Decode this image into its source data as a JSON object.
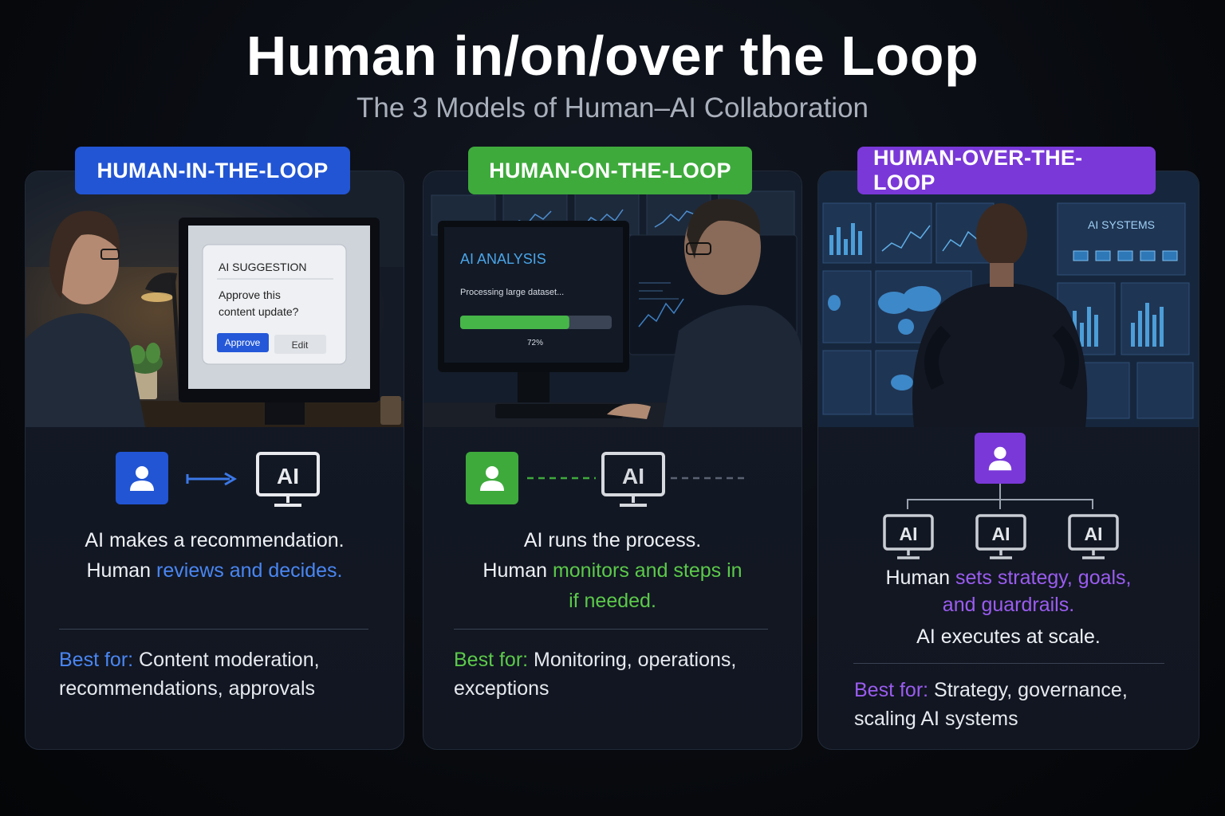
{
  "header": {
    "title": "Human in/on/over the Loop",
    "subtitle": "The 3 Models of Human–AI Collaboration"
  },
  "colors": {
    "in_loop": "#2255d4",
    "on_loop": "#3eaa3c",
    "over_loop": "#7a38d8",
    "background": "#07090d"
  },
  "cards": [
    {
      "badge": "HUMAN-IN-THE-LOOP",
      "scene": {
        "dialog_title": "AI SUGGESTION",
        "dialog_text_1": "Approve this",
        "dialog_text_2": "content update?",
        "approve_button": "Approve",
        "edit_button": "Edit"
      },
      "diagram": {
        "ai_label": "AI",
        "icons": [
          "person-icon",
          "arrow-right-icon",
          "ai-monitor-icon"
        ]
      },
      "line1": "AI makes a recommendation.",
      "line2_prefix": "Human ",
      "line2_highlight": "reviews and decides.",
      "best_for_label": "Best for:",
      "best_for_text_1": " Content moderation,",
      "best_for_text_2": "recommendations, approvals"
    },
    {
      "badge": "HUMAN-ON-THE-LOOP",
      "scene": {
        "screen_title": "AI ANALYSIS",
        "screen_text": "Processing large dataset...",
        "progress_label": "72%",
        "progress": 0.72
      },
      "diagram": {
        "ai_label": "AI",
        "icons": [
          "person-icon",
          "dashed-line",
          "ai-monitor-icon"
        ]
      },
      "line1": "AI runs the process.",
      "line2_prefix": "Human ",
      "line2_highlight": "monitors and steps in",
      "line3_highlight": "if needed.",
      "best_for_label": "Best for:",
      "best_for_text_1": " Monitoring, operations,",
      "best_for_text_2": "exceptions"
    },
    {
      "badge": "HUMAN-OVER-THE-LOOP",
      "scene": {
        "wall_label": "AI SYSTEMS"
      },
      "diagram": {
        "ai_labels": [
          "AI",
          "AI",
          "AI"
        ],
        "icons": [
          "person-icon",
          "tree-connector",
          "ai-monitor-icon"
        ]
      },
      "line1_prefix": "Human ",
      "line1_highlight": "sets strategy, goals,",
      "line2_highlight": "and guardrails.",
      "line3": "AI executes at scale.",
      "best_for_label": "Best for:",
      "best_for_text_1": " Strategy, governance,",
      "best_for_text_2": "scaling AI systems"
    }
  ]
}
